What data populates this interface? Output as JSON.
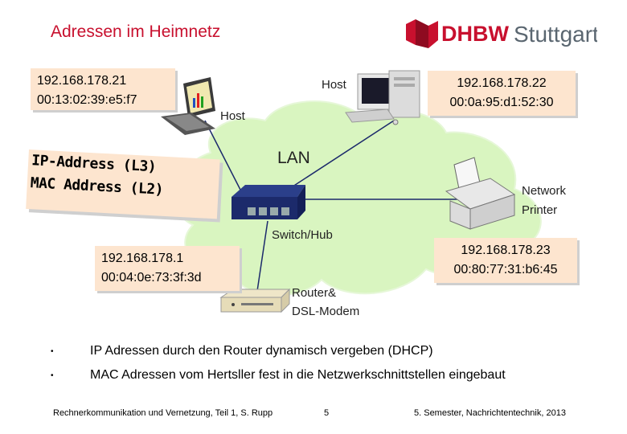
{
  "title": "Adressen im Heimnetz",
  "logo": {
    "brand": "DHBW",
    "city": "Stuttgart",
    "red": "#c8102e",
    "gray": "#5a6670"
  },
  "colors": {
    "box_fill": "#fde5cf",
    "cloud_fill": "#d9f5c0",
    "title_red": "#c8102e"
  },
  "laptop_box": {
    "ip": "192.168.178.21",
    "mac": "00:13:02:39:e5:f7"
  },
  "pc_box": {
    "ip": "192.168.178.22",
    "mac": "00:0a:95:d1:52:30"
  },
  "router_box": {
    "ip": "192.168.178.1",
    "mac": "00:04:0e:73:3f:3d"
  },
  "printer_box": {
    "ip": "192.168.178.23",
    "mac": "00:80:77:31:b6:45"
  },
  "labels": {
    "host_left": "Host",
    "host_right": "Host",
    "lan": "LAN",
    "network": "Network",
    "printer": "Printer",
    "switch": "Switch/Hub",
    "router": "Router&",
    "modem": "DSL-Modem"
  },
  "layer_note": {
    "line1": "IP-Address (L3)",
    "line2": "MAC Address (L2)"
  },
  "bullets": [
    "IP Adressen durch den Router dynamisch vergeben (DHCP)",
    "MAC Adressen vom Hertsller fest in die Netzwerkschnittstellen eingebaut"
  ],
  "bullet_char": "•",
  "footer": {
    "left": "Rechnerkommunikation und Vernetzung, Teil 1, S. Rupp",
    "page": "5",
    "right": "5. Semester, Nachrichtentechnik, 2013"
  },
  "icons": [
    "laptop-icon",
    "desktop-pc-icon",
    "switch-icon",
    "printer-icon",
    "router-icon"
  ]
}
